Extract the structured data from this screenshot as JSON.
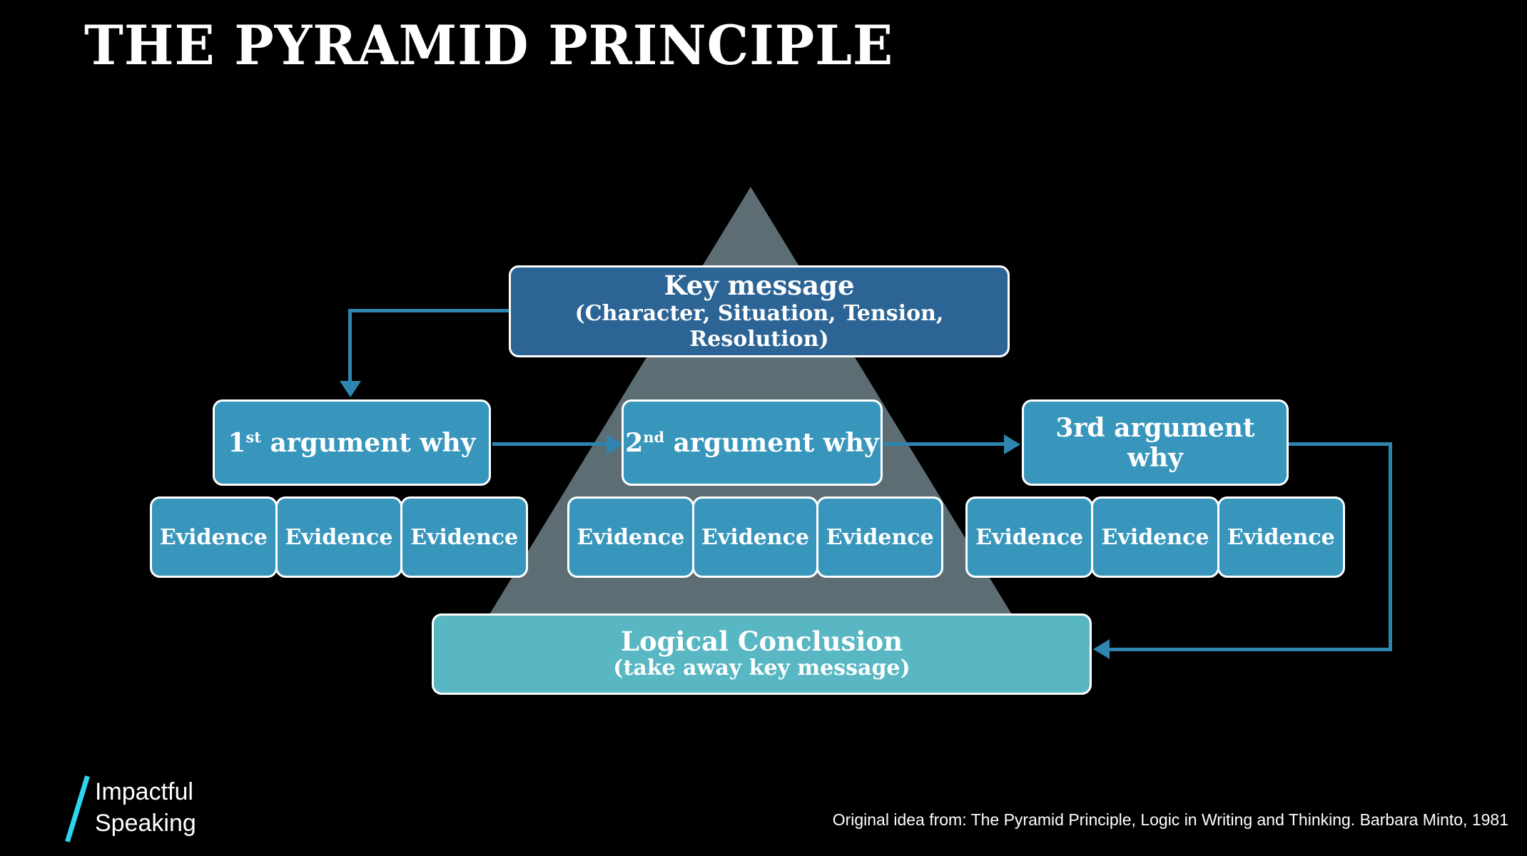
{
  "title": "THE PYRAMID PRINCIPLE",
  "colors": {
    "background": "#000000",
    "text": "#FFFFFF",
    "box_border": "#FFFFFF",
    "key_message_fill": "#2B6495",
    "argument_fill": "#3896BC",
    "evidence_fill": "#3896BC",
    "conclusion_fill": "#58B7C3",
    "pyramid_fill": "#5C6D73",
    "arrow": "#2E85B0",
    "logo_slash": "#2BD6EE"
  },
  "diagram": {
    "key_message": {
      "title": "Key message",
      "subtitle": "(Character, Situation, Tension, Resolution)"
    },
    "arguments": [
      {
        "prefix": "1",
        "sup": "st",
        "rest": " argument why"
      },
      {
        "prefix": "2",
        "sup": "nd",
        "rest": " argument why"
      },
      {
        "prefix": "3rd",
        "sup": "",
        "rest": " argument why"
      }
    ],
    "evidence_groups": [
      {
        "items": [
          "Evidence",
          "Evidence",
          "Evidence"
        ]
      },
      {
        "items": [
          "Evidence",
          "Evidence",
          "Evidence"
        ]
      },
      {
        "items": [
          "Evidence",
          "Evidence",
          "Evidence"
        ]
      }
    ],
    "conclusion": {
      "title": "Logical Conclusion",
      "subtitle": "(take away key message)"
    }
  },
  "footer": {
    "logo_line1": "Impactful",
    "logo_line2": "Speaking",
    "attribution": "Original idea from: The Pyramid Principle, Logic in Writing and Thinking. Barbara Minto, 1981"
  }
}
